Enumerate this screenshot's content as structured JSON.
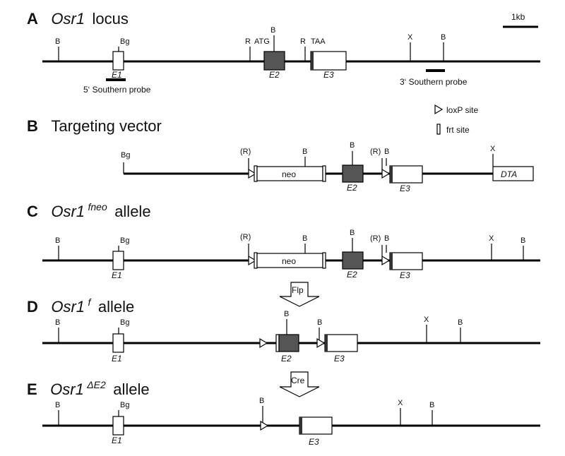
{
  "scale_bar": {
    "label": "1kb"
  },
  "legend": {
    "loxp": "loxP site",
    "frt": "frt site"
  },
  "panels": {
    "A": {
      "letter": "A",
      "gene": "Osr1",
      "suffix": "locus",
      "sup": ""
    },
    "B": {
      "letter": "B",
      "title": "Targeting vector"
    },
    "C": {
      "letter": "C",
      "gene": "Osr1",
      "sup": "fneo",
      "suffix": "allele"
    },
    "D": {
      "letter": "D",
      "gene": "Osr1",
      "sup": "f",
      "suffix": "allele"
    },
    "E": {
      "letter": "E",
      "gene": "Osr1",
      "sup": "ΔE2",
      "suffix": "allele"
    }
  },
  "labels": {
    "probe5": "5‘ Southern probe",
    "probe3": "3‘ Southern probe",
    "atg": "ATG",
    "taa": "TAA",
    "neo": "neo",
    "dta": "DTA",
    "flp": "Flp",
    "cre": "Cre"
  },
  "sites": {
    "B": "B",
    "Bg": "Bg",
    "R": "R",
    "Rp": "(R)",
    "X": "X"
  },
  "exons": {
    "e1": "E1",
    "e2": "E2",
    "e3": "E3"
  }
}
